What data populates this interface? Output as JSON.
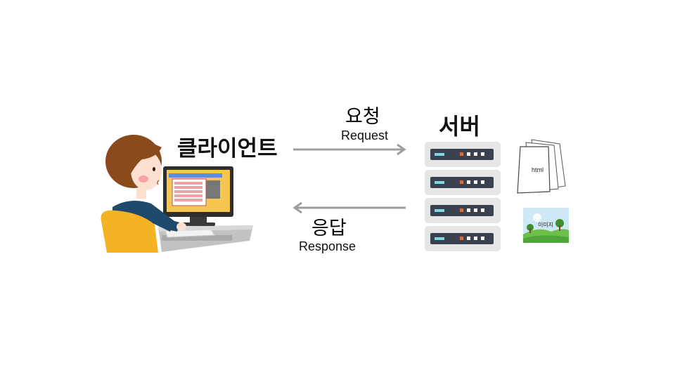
{
  "client": {
    "label": "클라이언트"
  },
  "server": {
    "label": "서버"
  },
  "request": {
    "label_ko": "요청",
    "label_en": "Request"
  },
  "response": {
    "label_ko": "응답",
    "label_en": "Response"
  },
  "files": {
    "html_label": "html",
    "image_label": "이미지"
  },
  "colors": {
    "arrow": "#9e9e9e",
    "server_body": "#e6e6e6",
    "server_slot": "#3a4250",
    "led_cyan": "#7fd6e6",
    "led_orange": "#e06a3a",
    "hair": "#8a4a1c",
    "chair": "#f4b325",
    "sweater": "#1f4a6b",
    "monitor_screen": "#f5c650",
    "desk": "#bdbdbd"
  },
  "icons": [
    "person-icon",
    "monitor-icon",
    "server-rack-icon",
    "document-stack-icon",
    "landscape-image-icon"
  ]
}
